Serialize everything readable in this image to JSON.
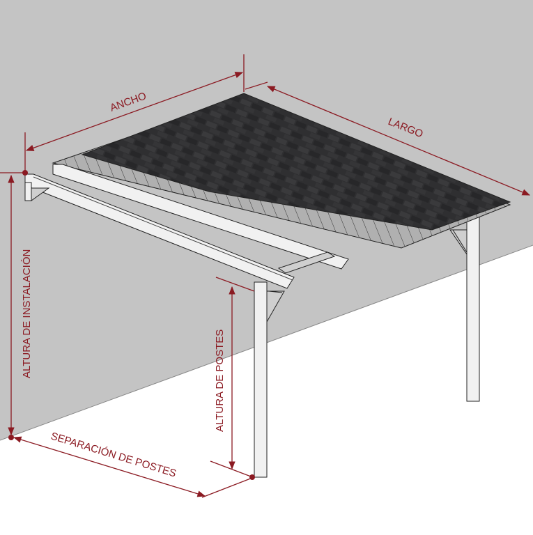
{
  "labels": {
    "ancho": "ANCHO",
    "largo": "LARGO",
    "altura_instalacion": "ALTURA DE INSTALACIÓN",
    "altura_postes": "ALTURA DE POSTES",
    "separacion_postes": "SEPARACIÓN DE POSTES"
  },
  "colors": {
    "wall": "#c4c4c4",
    "floor": "#ffffff",
    "dimension": "#8b1a22",
    "roof": "#2e2e30",
    "slats": "#a9a9a9"
  }
}
